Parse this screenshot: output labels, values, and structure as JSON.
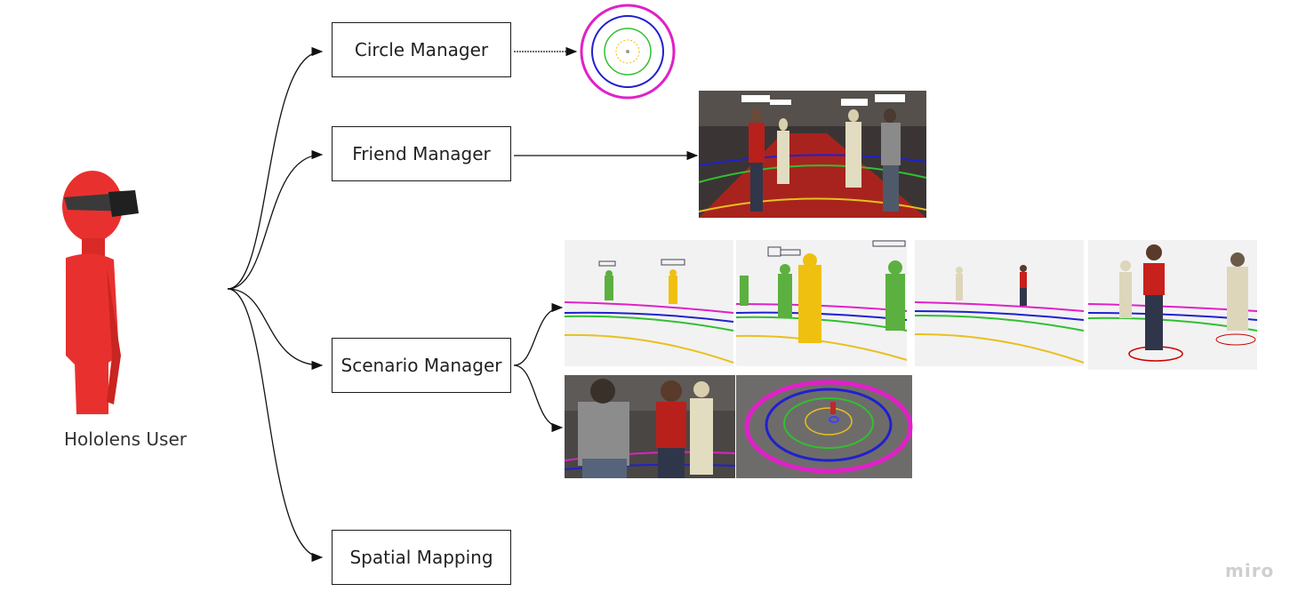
{
  "diagram": {
    "user": {
      "label": "Hololens User",
      "icon": "vr-user-figure",
      "color": "#e8312e"
    },
    "managers": [
      {
        "id": "circle",
        "label": "Circle Manager"
      },
      {
        "id": "friend",
        "label": "Friend Manager"
      },
      {
        "id": "scenario",
        "label": "Scenario Manager"
      },
      {
        "id": "spatial",
        "label": "Spatial Mapping"
      }
    ],
    "ring_colors": [
      "#e020c8",
      "#2020d0",
      "#30c030",
      "#e8c020"
    ],
    "watermark": "miro"
  }
}
